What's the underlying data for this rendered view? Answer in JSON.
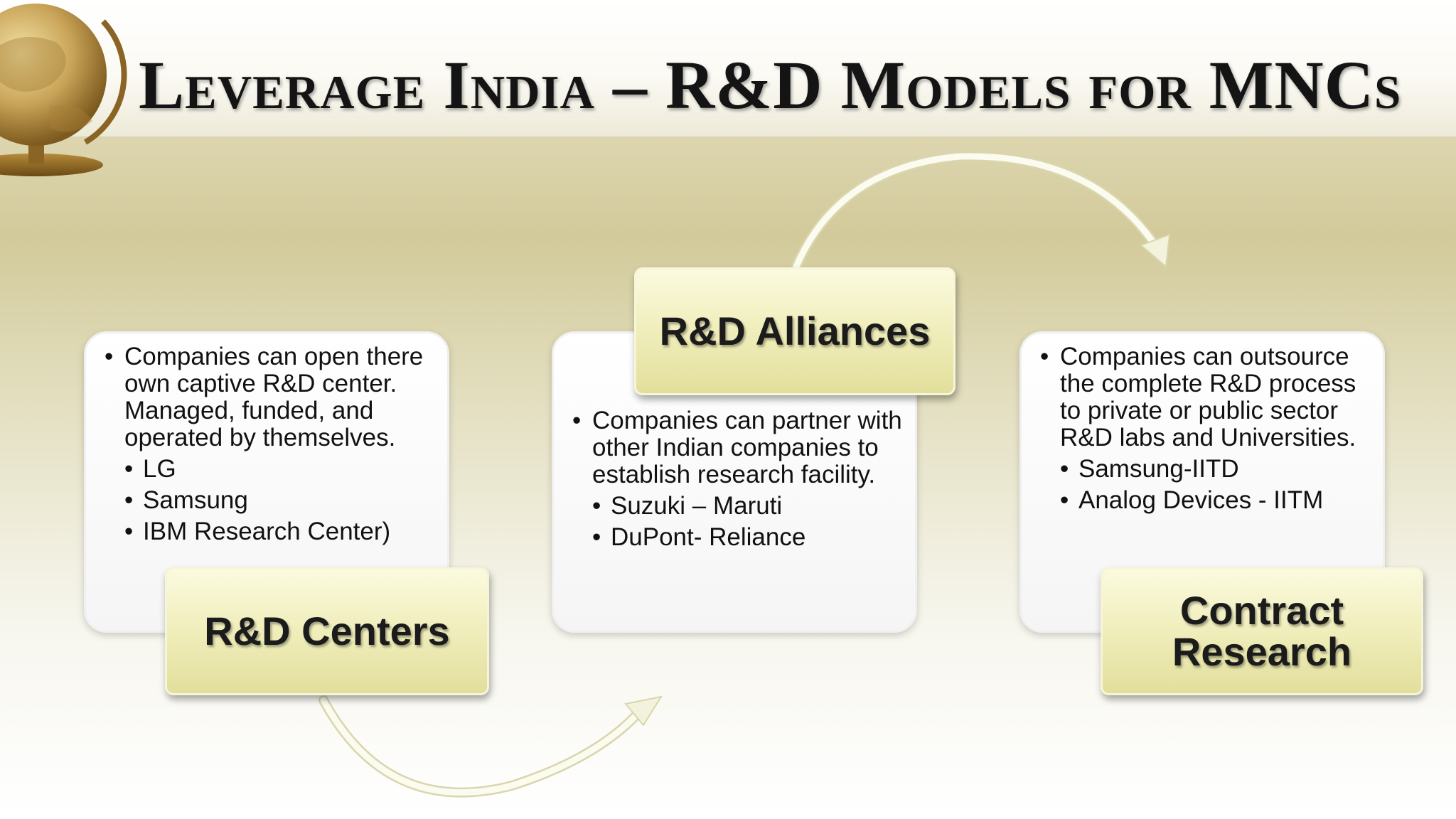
{
  "slide": {
    "title": "Leverage India – R&D Models for MNCs"
  },
  "models": [
    {
      "label": "R&D Centers",
      "description": "Companies can open there own captive R&D center. Managed, funded, and operated by themselves.",
      "examples": [
        "LG",
        "Samsung",
        "IBM Research Center)"
      ]
    },
    {
      "label": "R&D Alliances",
      "description": "Companies can partner with other Indian companies to establish research facility.",
      "examples": [
        "Suzuki – Maruti",
        "DuPont- Reliance"
      ]
    },
    {
      "label": "Contract Research",
      "description": "Companies can outsource the complete R&D process to private or public sector R&D labs and Universities.",
      "examples": [
        "Samsung-IITD",
        "Analog Devices - IITM"
      ]
    }
  ],
  "colors": {
    "label_fill": "#f1efbe",
    "card_fill": "#ffffff",
    "arrow": "#f0f0d8"
  }
}
